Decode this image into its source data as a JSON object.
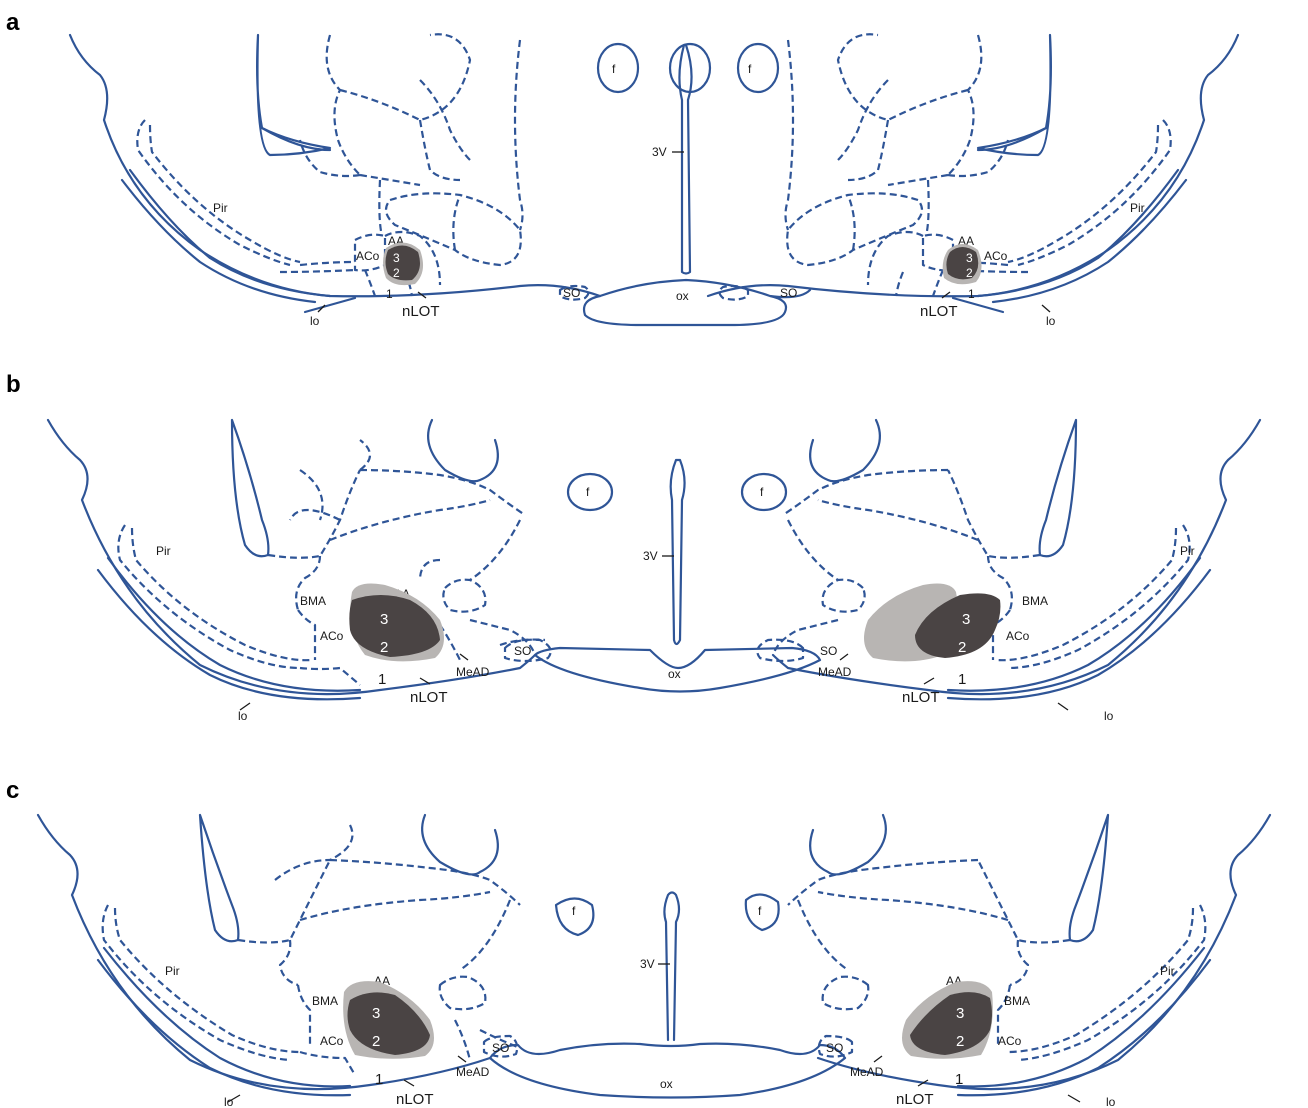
{
  "panels": [
    {
      "letter": "a",
      "labels": {
        "third_ventricle": "3V",
        "fornix": "f",
        "optic_chiasm": "ox",
        "supraoptic": "SO",
        "piriform": "Pir",
        "lateral_olfactory_tract": "lo",
        "nlot": "nLOT",
        "anterior_amygdala": "AA",
        "anterior_cortical": "ACo",
        "layer1": "1",
        "layer2": "2",
        "layer3": "3"
      }
    },
    {
      "letter": "b",
      "labels": {
        "third_ventricle": "3V",
        "fornix": "f",
        "optic_chiasm": "ox",
        "supraoptic": "SO",
        "piriform": "Pir",
        "lateral_olfactory_tract": "lo",
        "nlot": "nLOT",
        "anterior_amygdala": "AA",
        "anterior_cortical": "ACo",
        "basomedial": "BMA",
        "medial_amygdala": "MeAD",
        "layer1": "1",
        "layer2": "2",
        "layer3": "3"
      }
    },
    {
      "letter": "c",
      "labels": {
        "third_ventricle": "3V",
        "fornix": "f",
        "optic_chiasm": "ox",
        "supraoptic": "SO",
        "piriform": "Pir",
        "lateral_olfactory_tract": "lo",
        "nlot": "nLOT",
        "anterior_amygdala": "AA",
        "anterior_cortical": "ACo",
        "basomedial": "BMA",
        "medial_amygdala": "MeAD",
        "layer1": "1",
        "layer2": "2",
        "layer3": "3"
      }
    }
  ],
  "colors": {
    "outline": "#2f5597",
    "lesion_light": "#b8b5b3",
    "lesion_dark": "#4a4444",
    "text": "#1a1a1a"
  }
}
